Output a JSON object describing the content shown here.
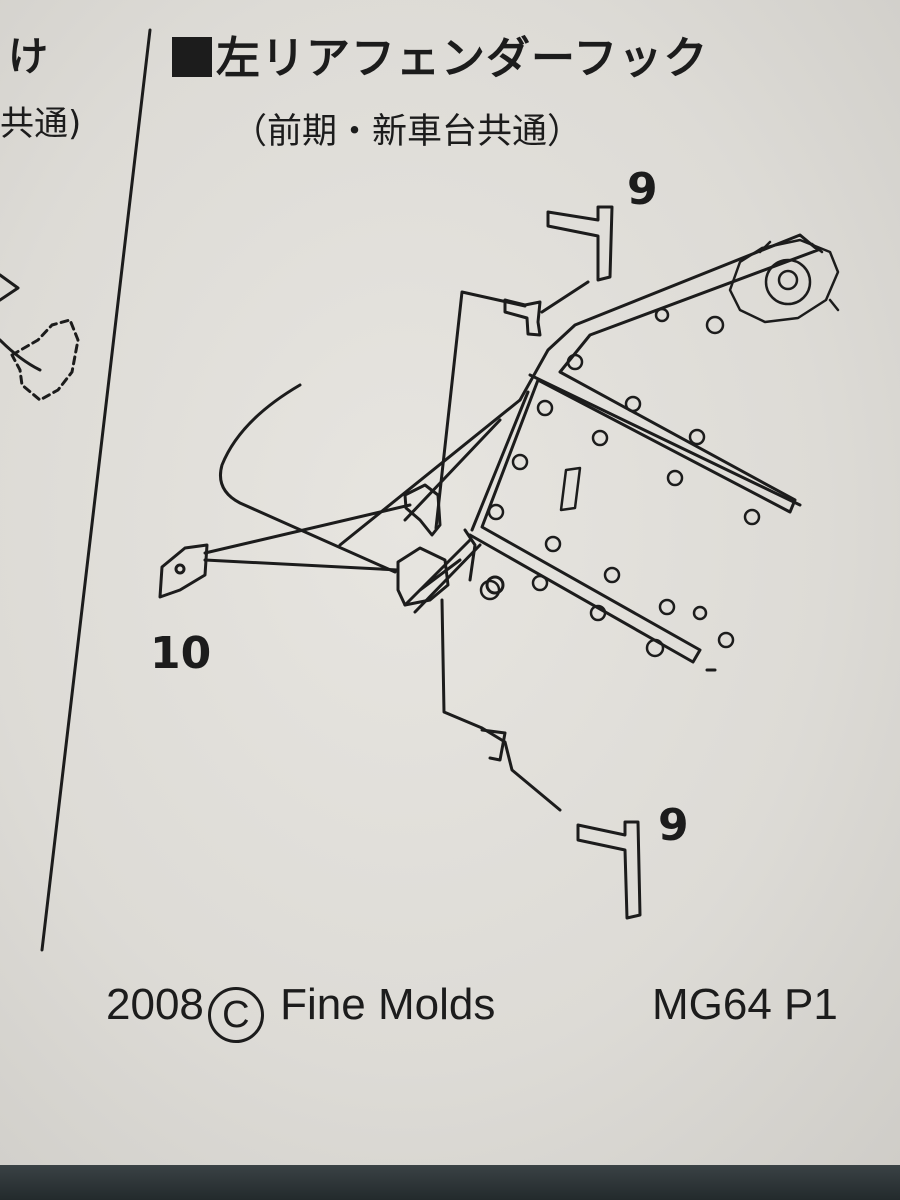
{
  "previous_section": {
    "title_fragment": "け",
    "subtitle_fragment": "共通)"
  },
  "section": {
    "title": "左リアフェンダーフック",
    "subtitle": "（前期・新車台共通）"
  },
  "parts": {
    "top_hook": "9",
    "bracket": "10",
    "bottom_hook": "9"
  },
  "footer": {
    "year": "2008",
    "copyright_symbol": "C",
    "brand": "Fine Molds",
    "part_code": "MG64 P1"
  },
  "colors": {
    "paper": "#e3e1dc",
    "ink": "#1c1c1c"
  }
}
